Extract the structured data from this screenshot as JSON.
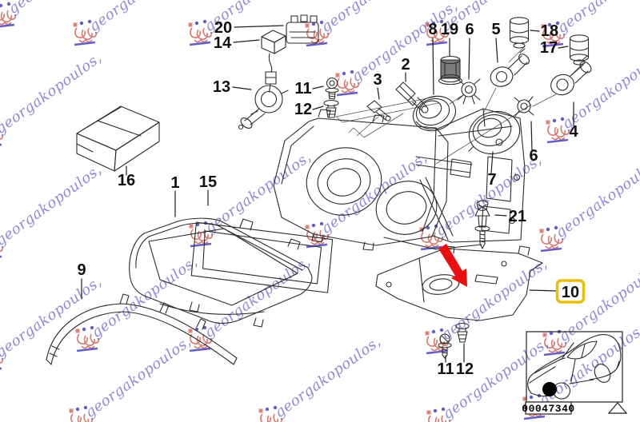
{
  "watermark": {
    "text": "georgakopoulos,",
    "text_color": "#5b53c6",
    "logo_red": "#cf6055",
    "logo_blue": "#4a43bd"
  },
  "parts": {
    "p20": "20",
    "p14": "14",
    "p13": "13",
    "p11_top": "11",
    "p12_top": "12",
    "p2": "2",
    "p3": "3",
    "p8": "8",
    "p19": "19",
    "p6_top": "6",
    "p5": "5",
    "p18": "18",
    "p17": "17",
    "p4": "4",
    "p6_mid": "6",
    "p7": "7",
    "p21": "21",
    "p16": "16",
    "p1": "1",
    "p15": "15",
    "p9": "9",
    "p11_bottom": "11",
    "p12_bottom": "12"
  },
  "callout": {
    "highlighted_part": "10",
    "box_color": "#e8bf0b"
  },
  "pointer": {
    "arrow_color": "#e81010"
  },
  "thumbnail": {
    "diagram_id": "00047340"
  }
}
